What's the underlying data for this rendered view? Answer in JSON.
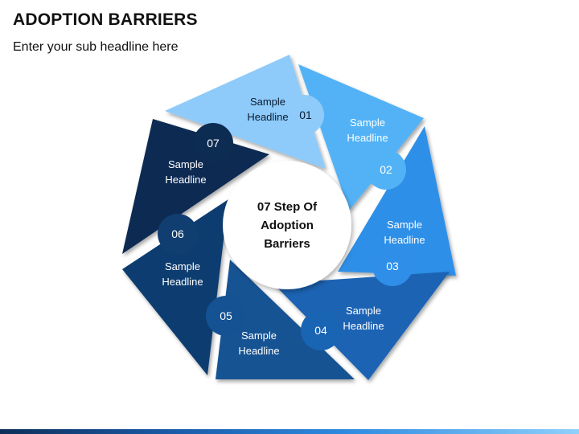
{
  "header": {
    "title": "ADOPTION BARRIERS",
    "subtitle": "Enter your sub headline here"
  },
  "center": {
    "line1": "07 Step Of",
    "line2": "Adoption",
    "line3": "Barriers"
  },
  "steps": [
    {
      "number": "01",
      "line1": "Sample",
      "line2": "Headline",
      "color": "#8ecbfa",
      "text_color": "#0a1a30"
    },
    {
      "number": "02",
      "line1": "Sample",
      "line2": "Headline",
      "color": "#52b2f6",
      "text_color": "#ffffff"
    },
    {
      "number": "03",
      "line1": "Sample",
      "line2": "Headline",
      "color": "#2f8fe8",
      "text_color": "#ffffff"
    },
    {
      "number": "04",
      "line1": "Sample",
      "line2": "Headline",
      "color": "#1a64b4",
      "text_color": "#ffffff"
    },
    {
      "number": "05",
      "line1": "Sample",
      "line2": "Headline",
      "color": "#145293",
      "text_color": "#ffffff"
    },
    {
      "number": "06",
      "line1": "Sample",
      "line2": "Headline",
      "color": "#113e70",
      "text_color": "#ffffff"
    },
    {
      "number": "07",
      "line1": "Sample",
      "line2": "Headline",
      "color": "#0d2c52",
      "text_color": "#ffffff"
    }
  ]
}
